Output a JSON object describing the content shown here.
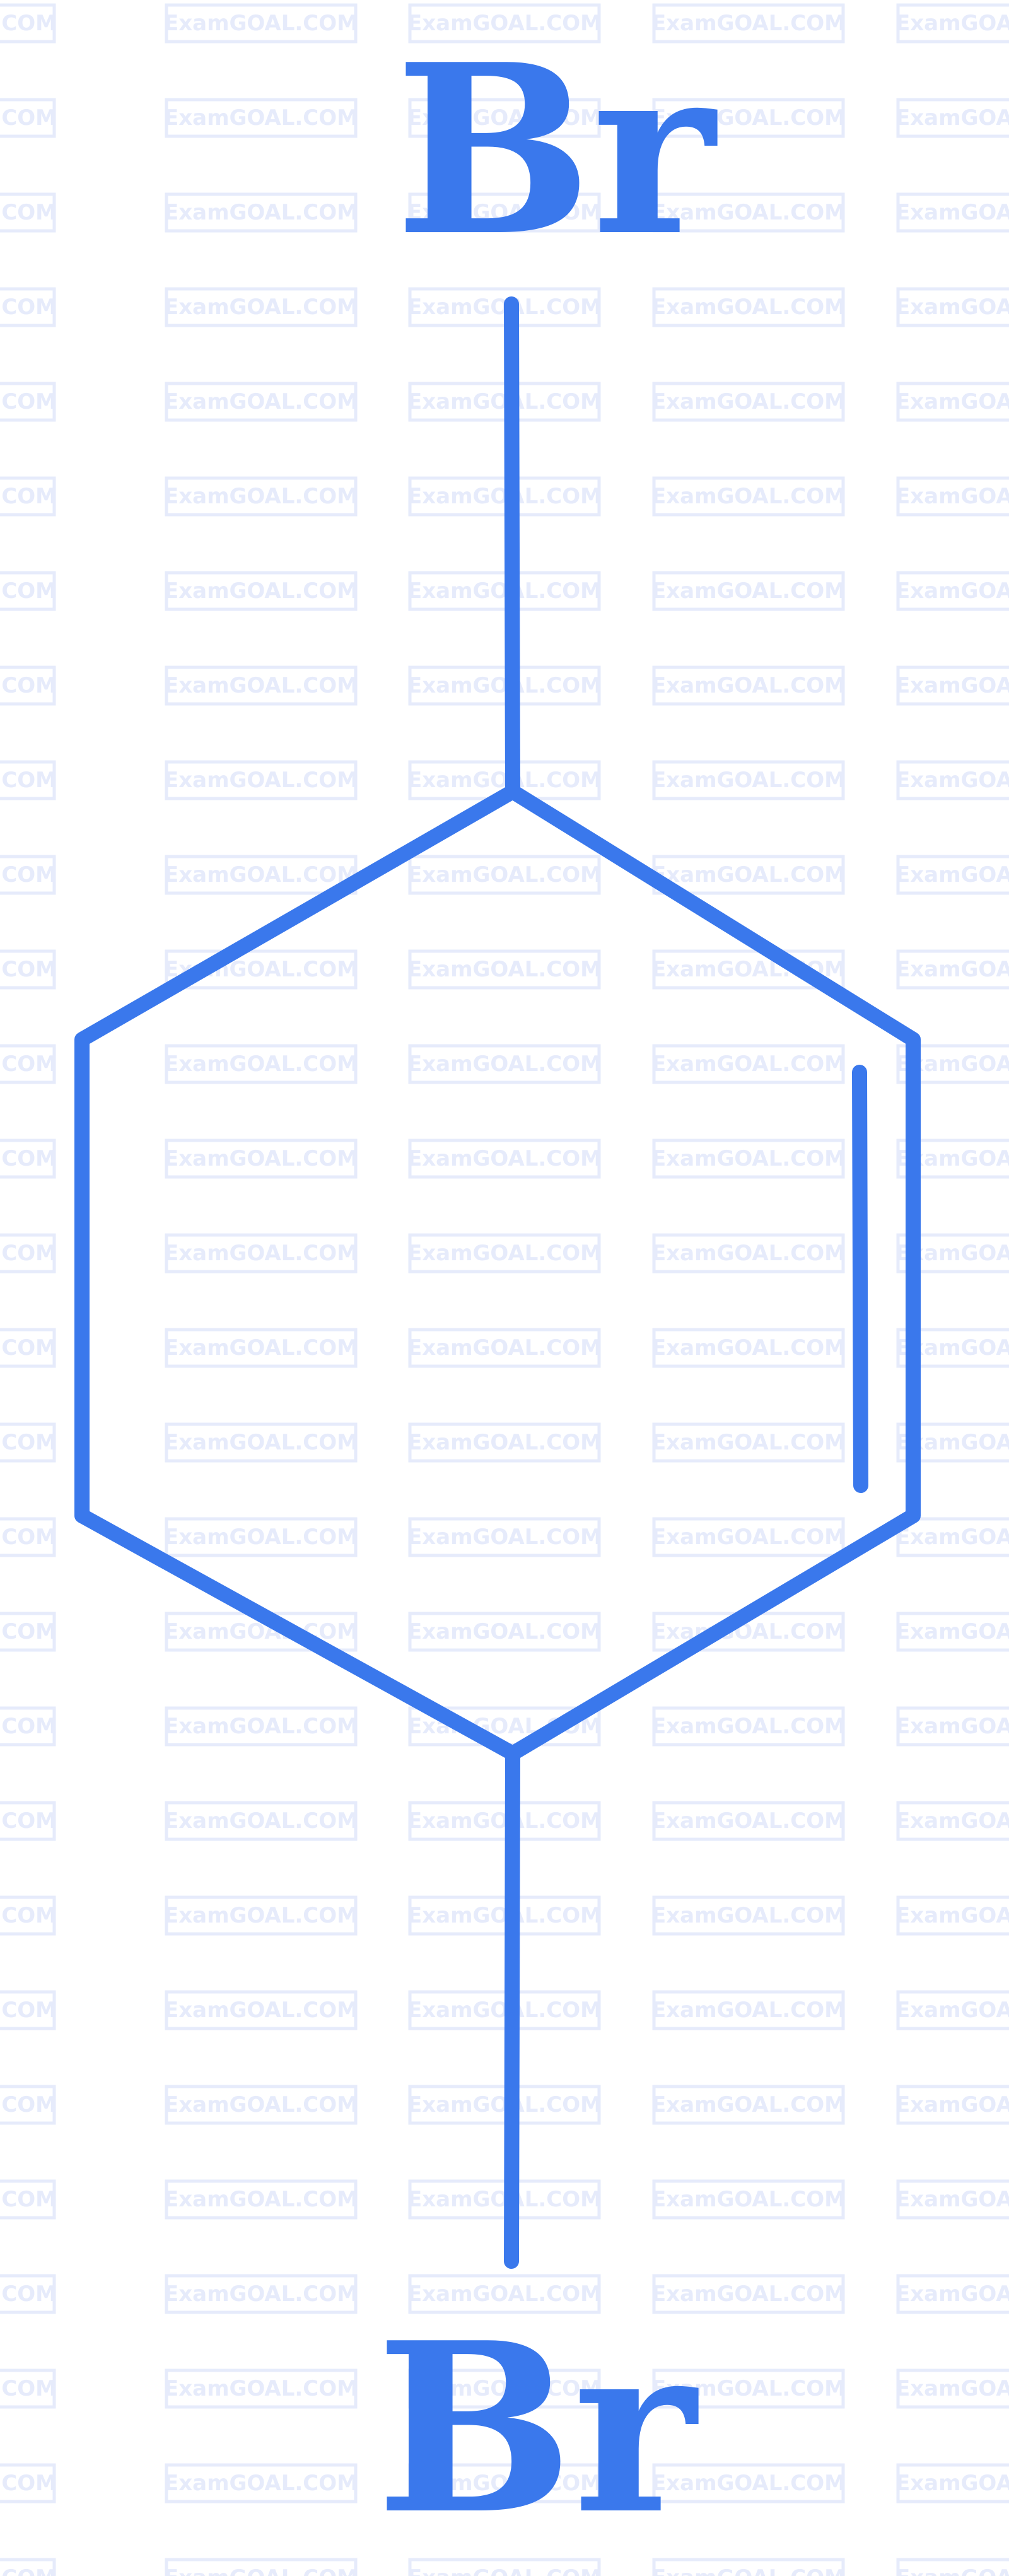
{
  "watermark": {
    "text": "ExamGOAL.COM",
    "color": "#e6ebfb"
  },
  "molecule": {
    "color": "#3a78ec",
    "top_atom": "Br",
    "bottom_atom": "Br"
  }
}
